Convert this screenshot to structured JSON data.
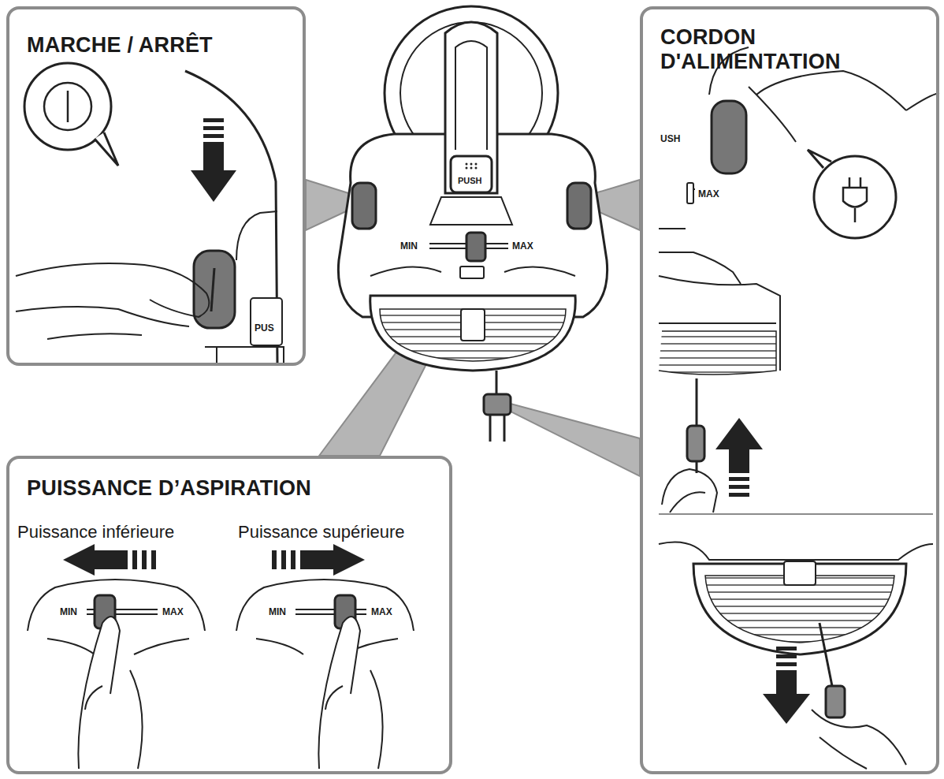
{
  "diagram": {
    "nodes": [
      {
        "text": [
          "MARCHE / ARRÊT"
        ]
      },
      {
        "text": [
          "CORDON D'ALIMENTATION"
        ]
      },
      {
        "text": [
          "PUISSANCE D’ASPIRATION",
          "Puissance inférieure",
          "Puissance supérieure"
        ]
      }
    ],
    "labels": [
      "PUS",
      "USH",
      "MAX",
      "PUSH",
      "MIN",
      "MAX",
      "MIN",
      "MAX",
      "MIN",
      "MAX"
    ]
  }
}
